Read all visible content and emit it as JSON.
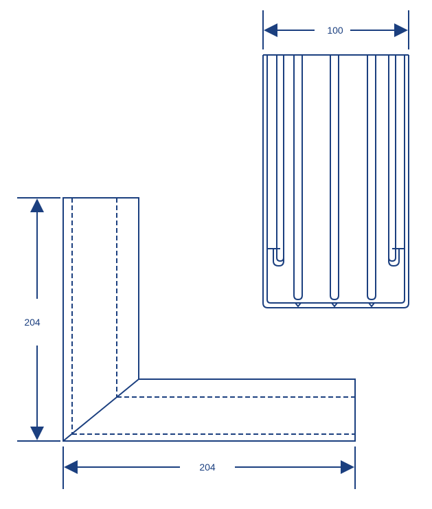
{
  "colors": {
    "line": "#1b3f7f",
    "background": "#ffffff"
  },
  "dimensions": {
    "top_width": "100",
    "left_height": "204",
    "bottom_width": "204"
  }
}
